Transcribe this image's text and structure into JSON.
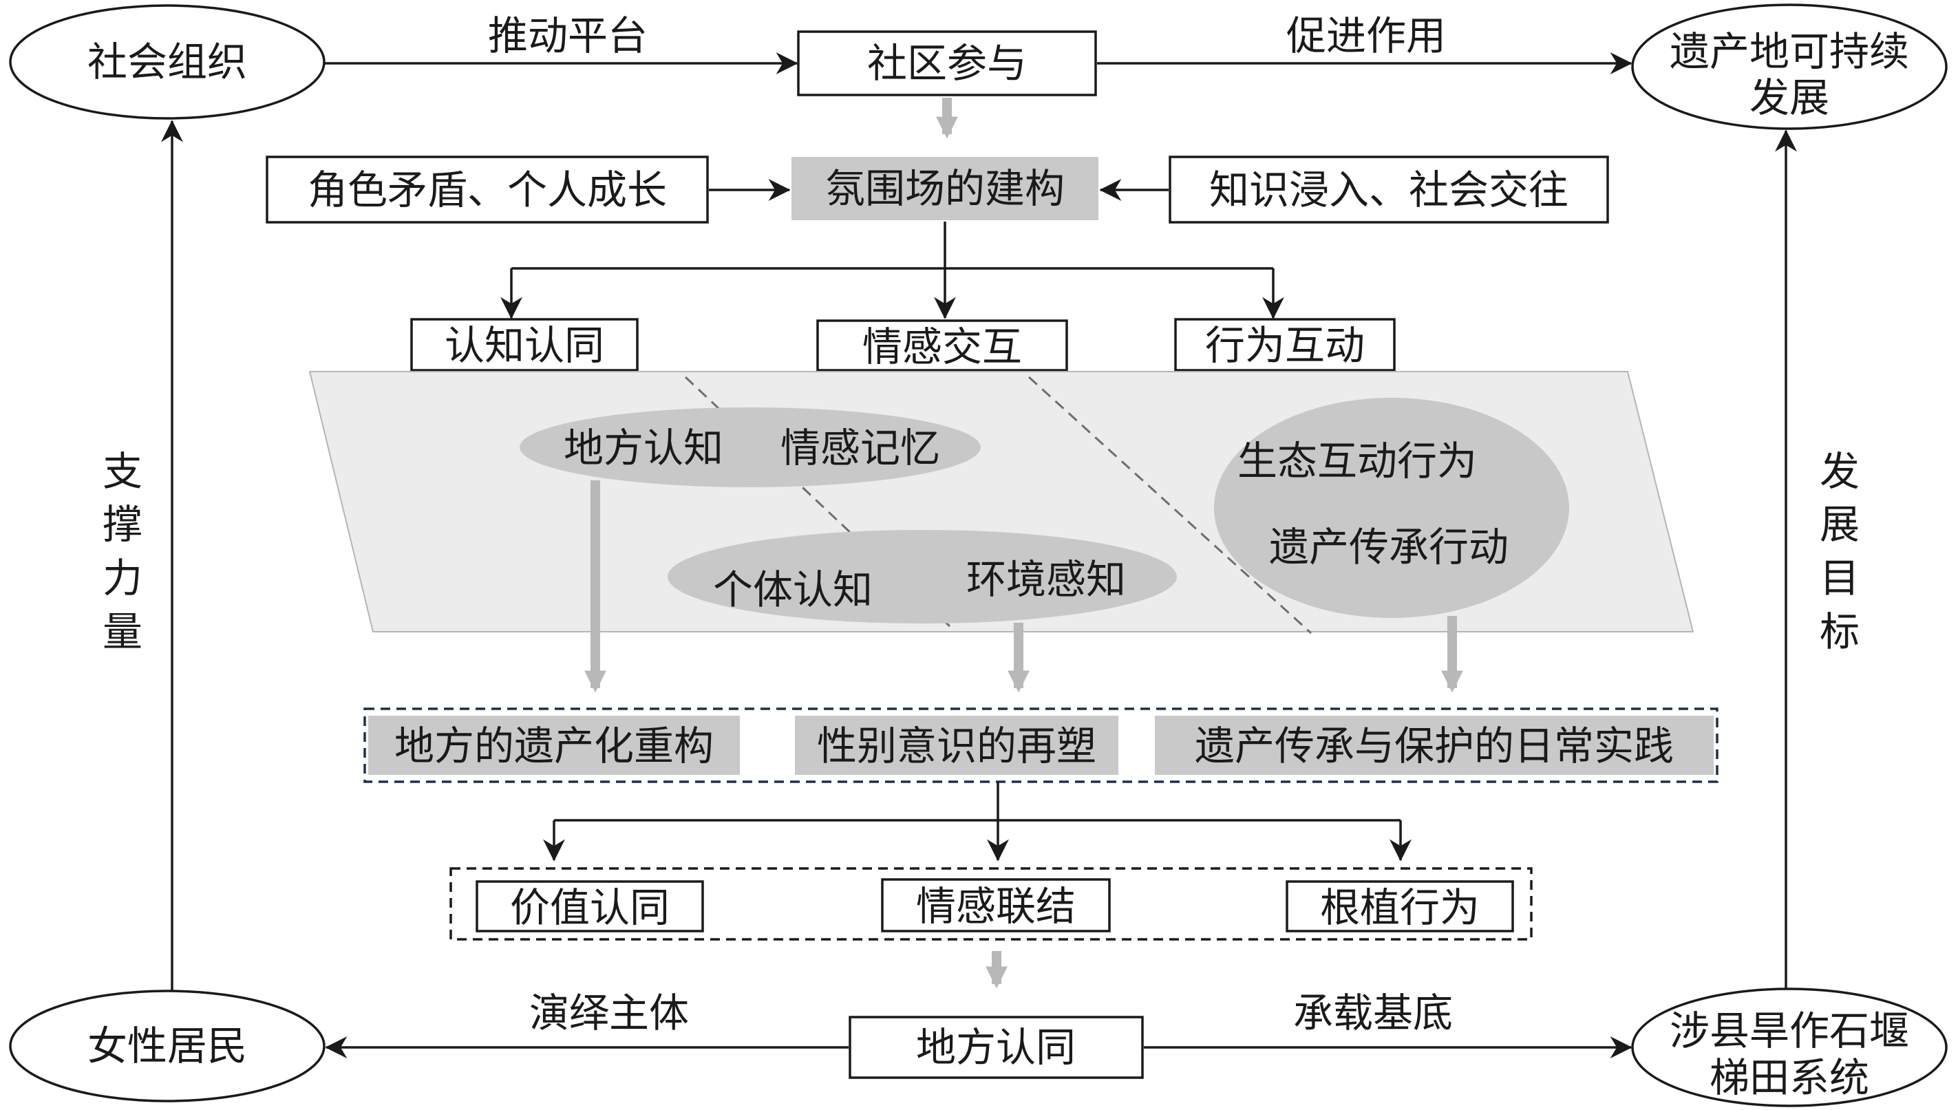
{
  "corners": {
    "social_org": "社会组织",
    "heritage_sustainable": [
      "遗产地可持续",
      "发展"
    ],
    "women_residents": "女性居民",
    "terrace_system": [
      "涉县旱作石堰",
      "梯田系统"
    ]
  },
  "edges": {
    "push_platform": "推动平台",
    "promote_effect": "促进作用",
    "interpret_subject": "演绎主体",
    "carry_base": "承载基底",
    "support_force": [
      "支",
      "撑",
      "力",
      "量"
    ],
    "dev_goal": [
      "发",
      "展",
      "目",
      "标"
    ]
  },
  "top": {
    "community_participation": "社区参与",
    "atmosphere": "氛围场的建构",
    "left_factor": "角色矛盾、个人成长",
    "right_factor": "知识浸入、社会交往"
  },
  "dimensions": {
    "cognitive": "认知认同",
    "emotional": "情感交互",
    "behavioral": "行为互动"
  },
  "plane": {
    "place_cognition": "地方认知",
    "emotional_memory": "情感记忆",
    "individual_cognition": "个体认知",
    "env_perception": "环境感知",
    "eco_behavior": "生态互动行为",
    "heritage_action": "遗产传承行动"
  },
  "outcomes": {
    "heritage_reconstruction": "地方的遗产化重构",
    "gender_reshaping": "性别意识的再塑",
    "daily_practice": "遗产传承与保护的日常实践"
  },
  "identity": {
    "value": "价值认同",
    "emotion": "情感联结",
    "rooted": "根植行为"
  },
  "place_identity": "地方认同"
}
